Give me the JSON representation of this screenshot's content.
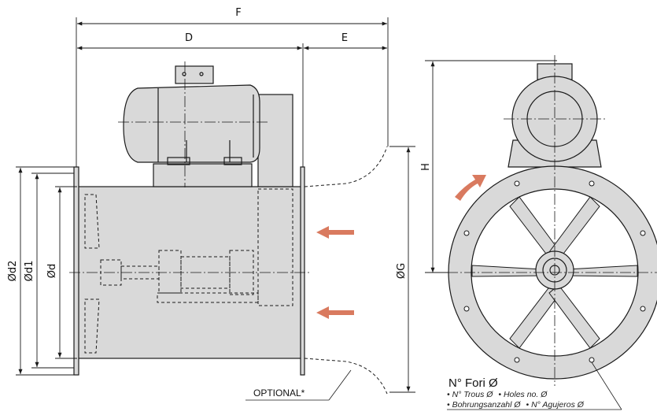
{
  "dimensions": {
    "F": "F",
    "D": "D",
    "E": "E",
    "H": "H",
    "G": "ØG",
    "d2": "Ød2",
    "d1": "Ød1",
    "d": "Ød"
  },
  "optional_label": "OPTIONAL*",
  "holes_note": {
    "title": "N° Fori Ø",
    "line1_a": "• N° Trous Ø",
    "line1_b": "• Holes no. Ø",
    "line2_a": "• Bohrungsanzahl Ø",
    "line2_b": "• N° Agujeros Ø"
  },
  "colors": {
    "housing": "#d9d9d9",
    "line": "#1a1a1a",
    "arrow": "#d97a5f",
    "bullet_italic": "#c0504d",
    "bullet_yellow": "#e8b400"
  }
}
